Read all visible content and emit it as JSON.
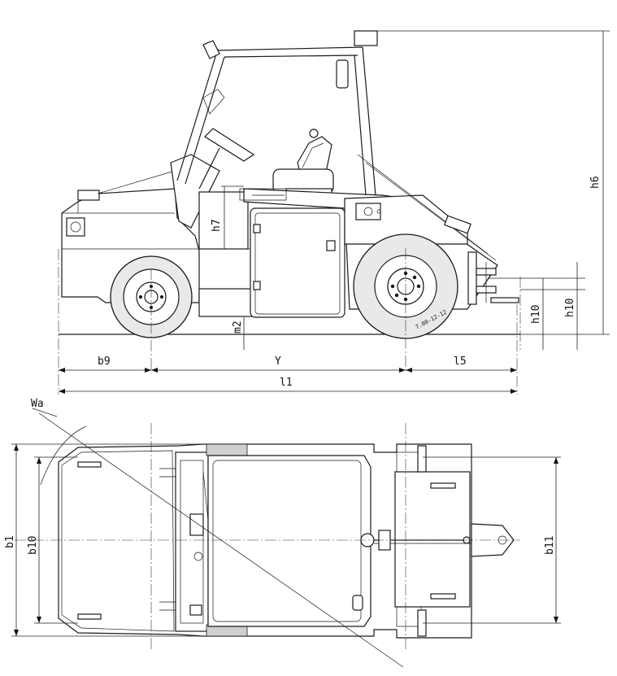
{
  "side_view": {
    "dimension_labels": {
      "h6": "h6",
      "h7": "h7",
      "m2": "m2",
      "h10_left": "h10",
      "h10_right": "h10",
      "b9": "b9",
      "Y": "Y",
      "l5": "l5",
      "l1": "l1"
    }
  },
  "top_view": {
    "dimension_labels": {
      "Wa": "Wa",
      "b1": "b1",
      "b10": "b10",
      "b11": "b11"
    }
  },
  "tire_marking": "7.00-12-12"
}
